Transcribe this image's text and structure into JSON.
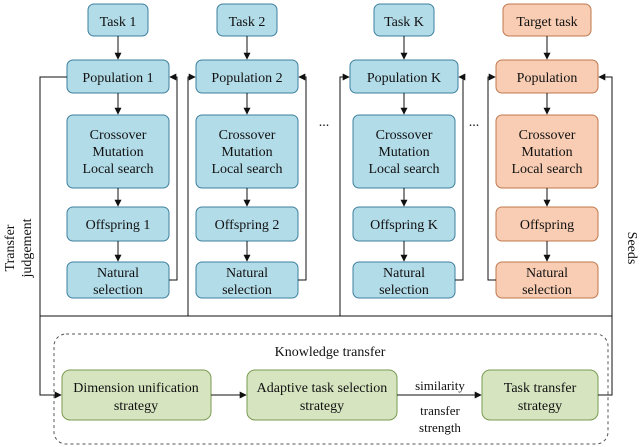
{
  "columns": [
    {
      "task": "Task 1",
      "population": "Population 1",
      "operators": [
        "Crossover",
        "Mutation",
        "Local search"
      ],
      "offspring": "Offspring 1",
      "selection": [
        "Natural",
        "selection"
      ]
    },
    {
      "task": "Task 2",
      "population": "Population 2",
      "operators": [
        "Crossover",
        "Mutation",
        "Local search"
      ],
      "offspring": "Offspring 2",
      "selection": [
        "Natural",
        "selection"
      ]
    },
    {
      "task": "Task K",
      "population": "Population K",
      "operators": [
        "Crossover",
        "Mutation",
        "Local search"
      ],
      "offspring": "Offspring K",
      "selection": [
        "Natural",
        "selection"
      ]
    },
    {
      "task": "Target task",
      "population": "Population",
      "operators": [
        "Crossover",
        "Mutation",
        "Local search"
      ],
      "offspring": "Offspring",
      "selection": [
        "Natural",
        "selection"
      ]
    }
  ],
  "ellipsis": "...",
  "side_labels": {
    "left": [
      "Transfer",
      "judgement"
    ],
    "right": "Seeds"
  },
  "knowledge_transfer": {
    "title": "Knowledge transfer",
    "strategies": [
      [
        "Dimension unification",
        "strategy"
      ],
      [
        "Adaptive task selection",
        "strategy"
      ],
      [
        "Task transfer",
        "strategy"
      ]
    ],
    "link_labels": {
      "similarity": "similarity",
      "transfer_strength": [
        "transfer",
        "strength"
      ]
    }
  },
  "colors": {
    "blue_fill": "#b3dce9",
    "blue_stroke": "#3d7f9d",
    "orange_fill": "#f9cdb3",
    "orange_stroke": "#c0784d",
    "green_fill": "#d6e5c0",
    "green_stroke": "#7a9a52",
    "line": "#111111"
  }
}
